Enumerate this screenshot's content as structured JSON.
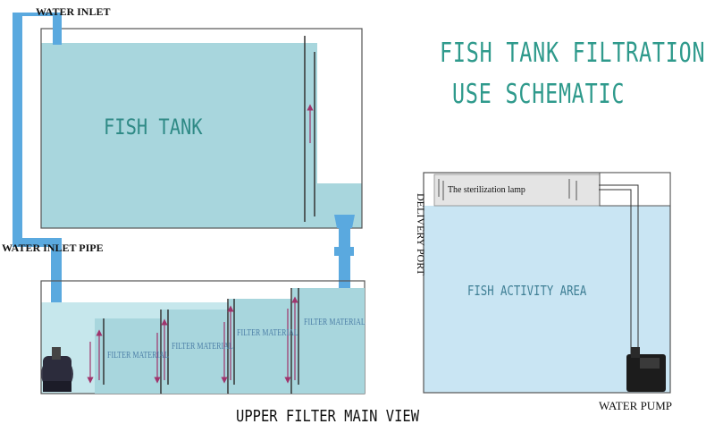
{
  "title_line1": "FISH TANK FILTRATION",
  "title_line2": "USE SCHEMATIC",
  "labels": {
    "water_inlet": "WATER INLET",
    "water_inlet_pipe": "WATER INLET PIPE",
    "fish_tank": "FISH TANK",
    "filter_material": "FILTER MATERIAL",
    "upper_filter_main_view": "UPPER FILTER MAIN VIEW",
    "sterilization_lamp": "The sterilization lamp",
    "delivery_port": "DELIVERY PORT",
    "fish_activity_area": "FISH ACTIVITY AREA",
    "water_pump": "WATER PUMP"
  },
  "colors": {
    "water": "#a8d6dd",
    "water_light": "#c6e7ec",
    "pipe": "#5aa9df",
    "title": "#2f9a8c",
    "flow_arrow": "#a0346c",
    "outline": "#555555"
  },
  "icons": [
    "water-pump-icon",
    "flow-arrow-icon"
  ]
}
